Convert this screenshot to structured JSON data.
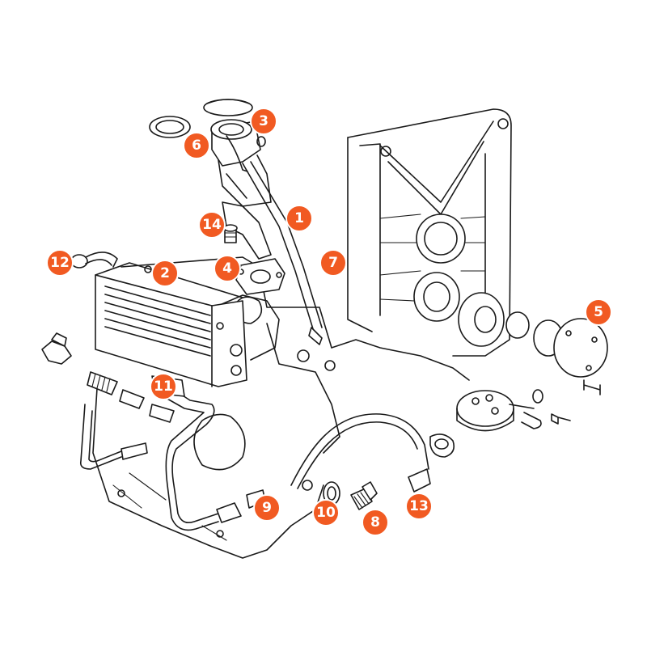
{
  "diagram": {
    "accent_color": "#F15A22",
    "callouts": [
      {
        "label": "1"
      },
      {
        "label": "2"
      },
      {
        "label": "3"
      },
      {
        "label": "4"
      },
      {
        "label": "5"
      },
      {
        "label": "6"
      },
      {
        "label": "7"
      },
      {
        "label": "8"
      },
      {
        "label": "9"
      },
      {
        "label": "10"
      },
      {
        "label": "11"
      },
      {
        "label": "12"
      },
      {
        "label": "13"
      },
      {
        "label": "14"
      }
    ]
  }
}
